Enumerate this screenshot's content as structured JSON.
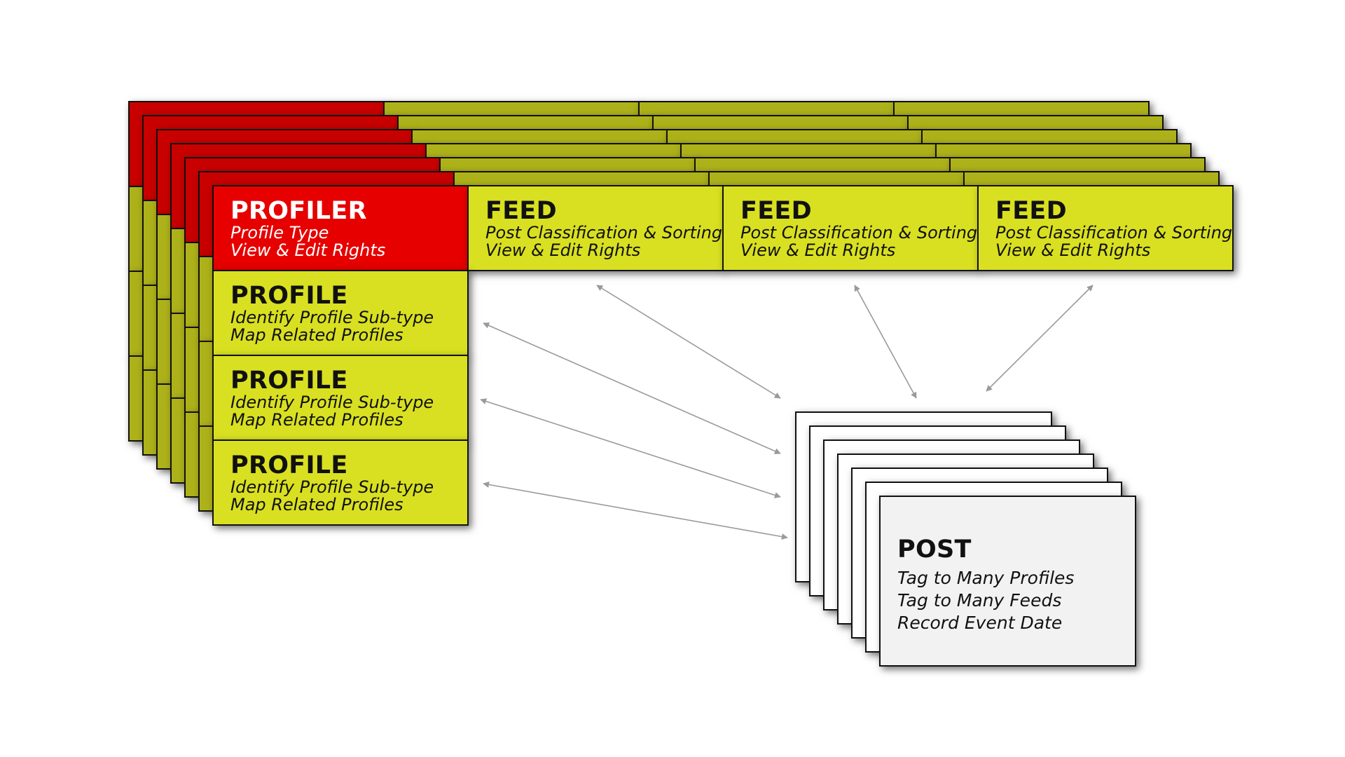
{
  "colors": {
    "profiler_fill": "#e60000",
    "profiler_back_fill": "#c80000",
    "yellow_fill": "#d9e021",
    "yellow_back_fill": "#aeb21a",
    "post_fill": "#f2f2f2",
    "post_back_fill": "#ffffff",
    "border": "#111111",
    "arrow": "#9a9a9a",
    "profiler_text": "#ffffff",
    "dark_text": "#111111"
  },
  "profiler": {
    "title": "PROFILER",
    "lines": [
      "Profile Type",
      "View & Edit Rights"
    ]
  },
  "feeds": [
    {
      "title": "FEED",
      "lines": [
        "Post Classification & Sorting",
        "View & Edit Rights"
      ]
    },
    {
      "title": "FEED",
      "lines": [
        "Post Classification & Sorting",
        "View & Edit Rights"
      ]
    },
    {
      "title": "FEED",
      "lines": [
        "Post Classification & Sorting",
        "View & Edit Rights"
      ]
    }
  ],
  "profiles": [
    {
      "title": "PROFILE",
      "lines": [
        "Identify Profile Sub-type",
        "Map Related Profiles"
      ]
    },
    {
      "title": "PROFILE",
      "lines": [
        "Identify Profile Sub-type",
        "Map Related Profiles"
      ]
    },
    {
      "title": "PROFILE",
      "lines": [
        "Identify Profile Sub-type",
        "Map Related Profiles"
      ]
    }
  ],
  "post": {
    "title": "POST",
    "lines": [
      "Tag to Many Profiles",
      "Tag to Many Feeds",
      "Record Event Date"
    ]
  }
}
